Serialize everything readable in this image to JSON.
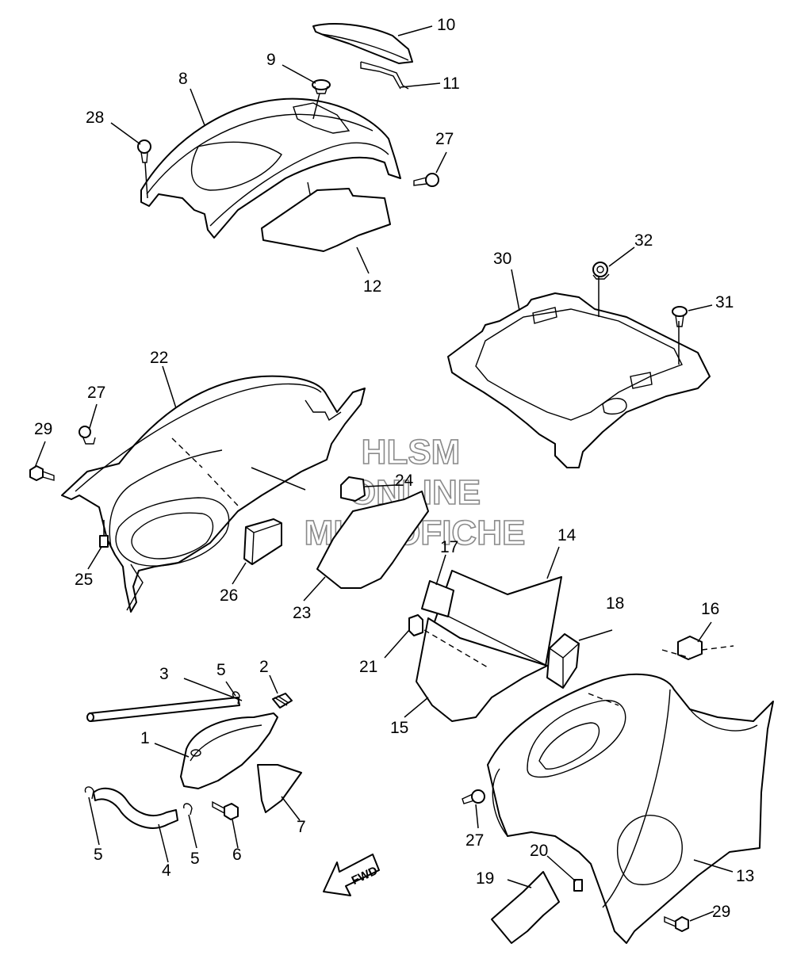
{
  "watermark": {
    "line1": "HLSM",
    "line2": "ONLINE",
    "line3": "MICROFICHE"
  },
  "direction_marker": "FWD",
  "callouts": {
    "c1": "1",
    "c2": "2",
    "c3": "3",
    "c4": "4",
    "c5a": "5",
    "c5b": "5",
    "c5c": "5",
    "c6": "6",
    "c7": "7",
    "c8": "8",
    "c9": "9",
    "c10": "10",
    "c11": "11",
    "c12": "12",
    "c13": "13",
    "c14": "14",
    "c15": "15",
    "c16": "16",
    "c17": "17",
    "c18": "18",
    "c19": "19",
    "c20": "20",
    "c21": "21",
    "c22": "22",
    "c23": "23",
    "c24": "24",
    "c25": "25",
    "c26": "26",
    "c27a": "27",
    "c27b": "27",
    "c27c": "27",
    "c28": "28",
    "c29a": "29",
    "c29b": "29",
    "c30": "30",
    "c31": "31",
    "c32": "32"
  }
}
